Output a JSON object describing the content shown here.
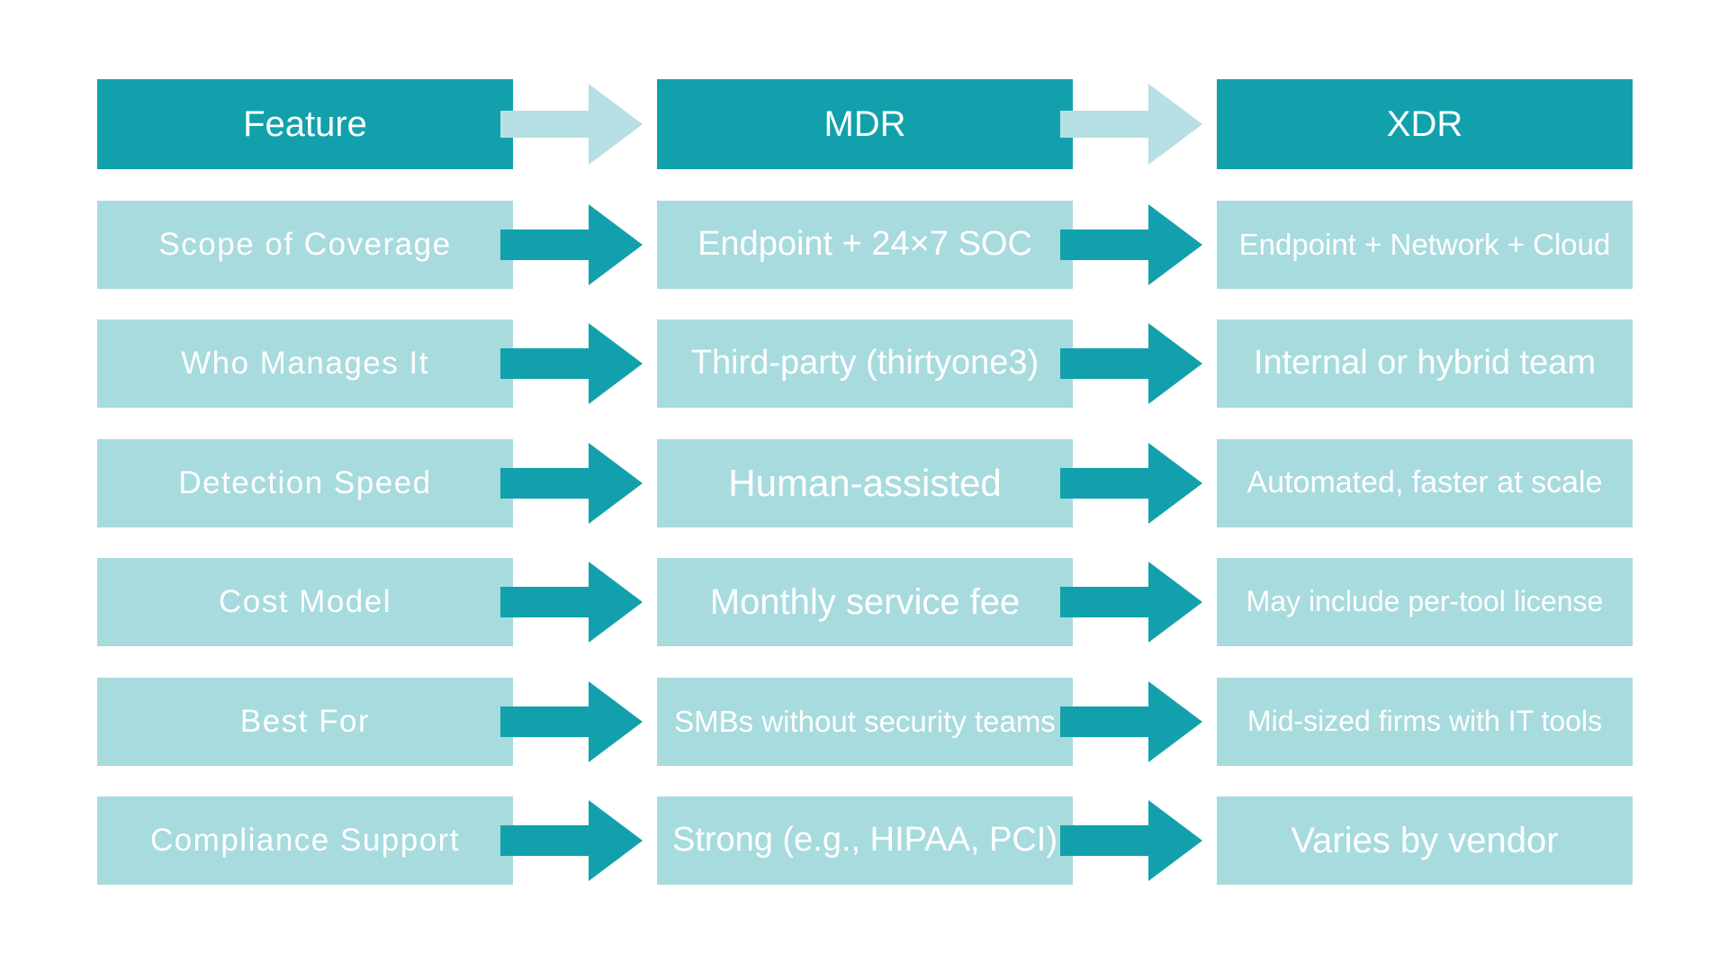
{
  "colors": {
    "dark_teal": "#12A1AC",
    "light_teal": "#A8DBDE",
    "arrow_light_teal": "#B6E0E3",
    "text": "#FFFFFF",
    "background": "#FFFFFF"
  },
  "header": {
    "feature": "Feature",
    "mdr": "MDR",
    "xdr": "XDR"
  },
  "rows": [
    {
      "feature": "Scope of Coverage",
      "mdr": "Endpoint + 24×7 SOC",
      "xdr": "Endpoint + Network + Cloud"
    },
    {
      "feature": "Who Manages It",
      "mdr": "Third-party (thirtyone3)",
      "xdr": "Internal or hybrid team"
    },
    {
      "feature": "Detection Speed",
      "mdr": "Human-assisted",
      "xdr": "Automated, faster at scale"
    },
    {
      "feature": "Cost Model",
      "mdr": "Monthly service fee",
      "xdr": "May include per-tool license"
    },
    {
      "feature": "Best For",
      "mdr": "SMBs without security teams",
      "xdr": "Mid-sized firms with IT tools"
    },
    {
      "feature": "Compliance Support",
      "mdr": "Strong (e.g., HIPAA, PCI)",
      "xdr": "Varies by vendor"
    }
  ],
  "icons": {
    "arrow": "arrow-right-icon"
  }
}
